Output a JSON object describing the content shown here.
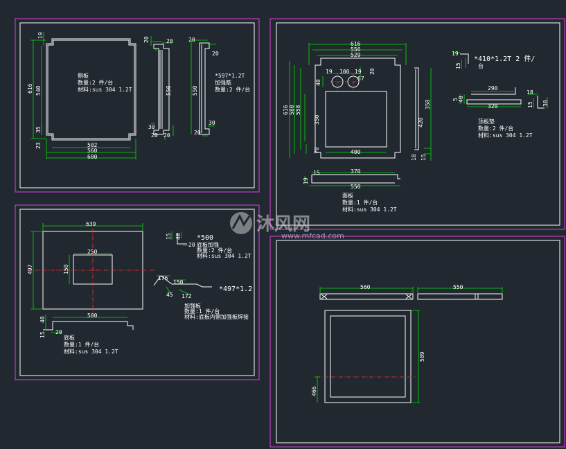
{
  "panel1": {
    "dims": {
      "d616": "616",
      "d540": "540",
      "d19": "19",
      "d35": "35",
      "d23": "23",
      "d502": "502",
      "d560": "560",
      "d600": "600",
      "s20a": "20",
      "s20b": "20",
      "s550a": "550",
      "s20c": "20",
      "s30a": "30",
      "s20d": "20",
      "s20e": "20",
      "s550b": "550",
      "s20f": "20",
      "s30b": "30",
      "s20g": "20"
    },
    "note1_title": "侧板",
    "note1_l1": "数量:2 件/台",
    "note1_l2": "材料:sus 304 1.2T",
    "note2_l0": "*597*1.2T",
    "note2_l1": "加强筋",
    "note2_l2": "数量:2 件/台"
  },
  "panel2": {
    "dims": {
      "d616": "616",
      "d556": "556",
      "d529": "529",
      "d616v": "616",
      "d580": "580",
      "d558": "558",
      "d350": "350",
      "d70": "70",
      "d400": "400",
      "d100": "100",
      "d19a": "19",
      "d19b": "19",
      "d40": "40",
      "d20": "20",
      "d67": "67",
      "d15": "15",
      "d370": "370",
      "d19c": "19",
      "d550": "550",
      "d420": "420",
      "d358": "358",
      "d18": "18",
      "d15b": "15"
    },
    "note_top": "*410*1.2T   2 件/",
    "note_top2": "台",
    "rdims": {
      "r19": "19",
      "r15": "15",
      "r290": "290",
      "r5": "5",
      "r40": "40",
      "r320": "320",
      "r18": "18",
      "r15b": "15",
      "r30": "30"
    },
    "noteR_title": "顶板垫",
    "noteR_l1": "数量:2 件/台",
    "noteR_l2": "材料:sus 304 1.2T",
    "noteB_title": "面板",
    "noteB_l1": "数量:1 件/台",
    "noteB_l2": "材料:sus 304 1.2T"
  },
  "panel3": {
    "dims": {
      "d639": "639",
      "d497": "497",
      "d250": "250",
      "d150": "150",
      "d500": "500",
      "d40": "40",
      "d15": "15",
      "d20": "20"
    },
    "side_dims": {
      "s15": "15",
      "s40": "40",
      "s20": "20",
      "s176": "176",
      "s150": "150",
      "s45": "45",
      "s172": "172"
    },
    "note1_l0": "*500",
    "note1_l1": "底板加强",
    "note1_l2": "数量:2 件/台",
    "note1_l3": "材料:sus 304 1.2T",
    "note2_l0": "*497*1.2",
    "note2_l1": "加强板",
    "note2_l2": "数量:1 件/台",
    "note2_l3": "材料:底板内侧加强板焊接",
    "note3_title": "底板",
    "note3_l1": "数量:1 件/台",
    "note3_l2": "材料:sus 304 1.2T"
  },
  "panel4": {
    "dims": {
      "d560": "560",
      "d550": "550",
      "d589": "589",
      "d466": "466"
    }
  },
  "watermark": {
    "brand": "沐风网",
    "url": "www.mfcad.com"
  },
  "colors": {
    "frame": "#e040e0",
    "line": "#ffffff",
    "dim": "#00e000",
    "center": "#ff3030",
    "bg": "#212830"
  }
}
